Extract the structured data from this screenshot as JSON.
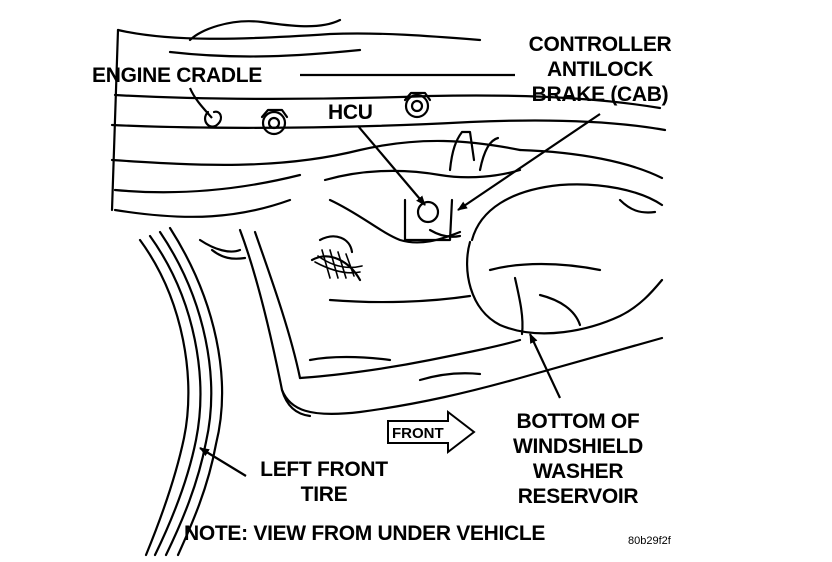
{
  "labels": {
    "engine_cradle": "ENGINE CRADLE",
    "hcu": "HCU",
    "controller_line1": "CONTROLLER",
    "controller_line2": "ANTILOCK",
    "controller_line3": "BRAKE (CAB)",
    "front": "FRONT",
    "reservoir_line1": "BOTTOM OF",
    "reservoir_line2": "WINDSHIELD",
    "reservoir_line3": "WASHER",
    "reservoir_line4": "RESERVOIR",
    "tire_line1": "LEFT FRONT",
    "tire_line2": "TIRE",
    "note": "NOTE: VIEW FROM UNDER VEHICLE",
    "figure_id": "80b29f2f"
  },
  "colors": {
    "ink": "#000000",
    "paper": "#ffffff"
  }
}
